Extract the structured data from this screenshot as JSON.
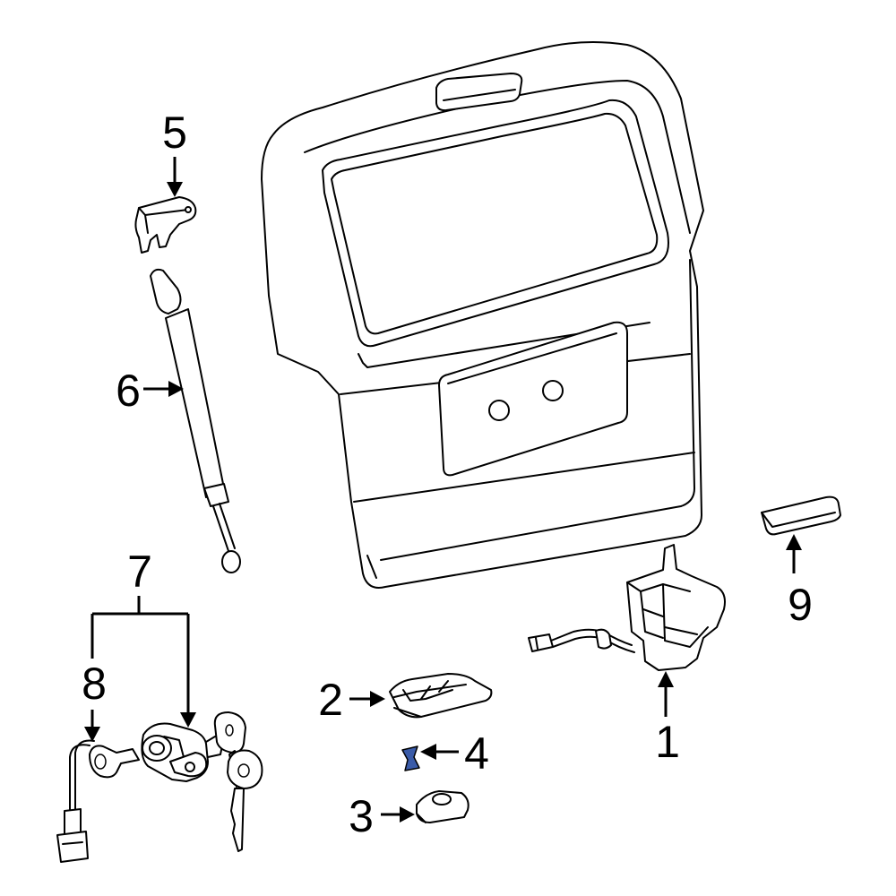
{
  "callouts": {
    "c1": "1",
    "c2": "2",
    "c3": "3",
    "c4": "4",
    "c5": "5",
    "c6": "6",
    "c7": "7",
    "c8": "8",
    "c9": "9"
  },
  "colors": {
    "line": "#000000",
    "background": "#ffffff",
    "highlight": "#3a5ba8"
  }
}
